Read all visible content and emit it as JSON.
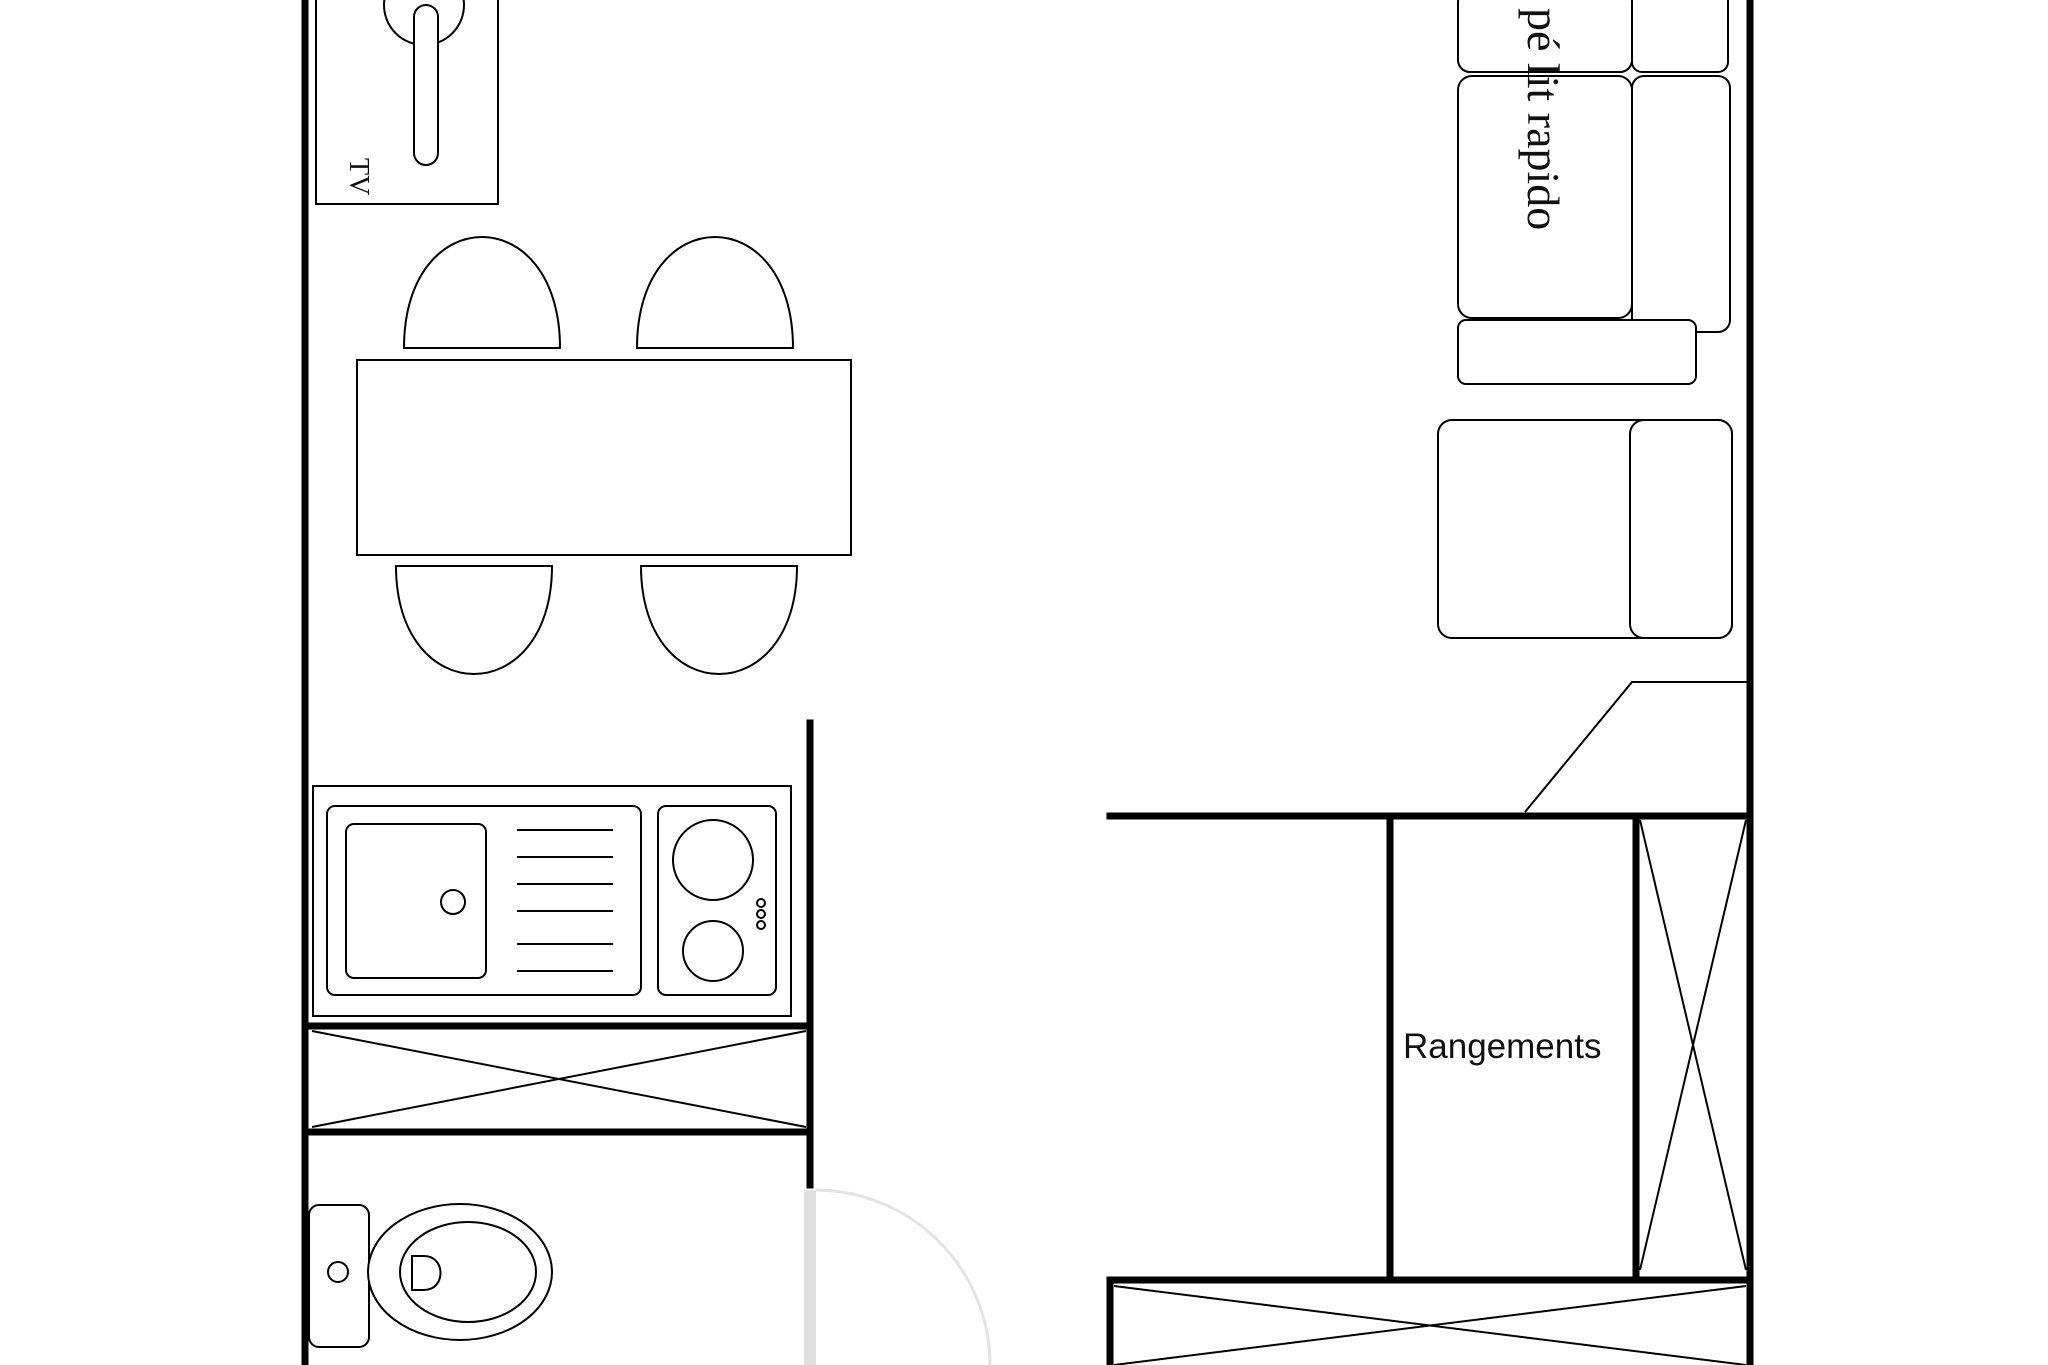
{
  "labels": {
    "tv": "TV",
    "sofa_bed": "pé lit rapido",
    "storage": "Rangements"
  }
}
